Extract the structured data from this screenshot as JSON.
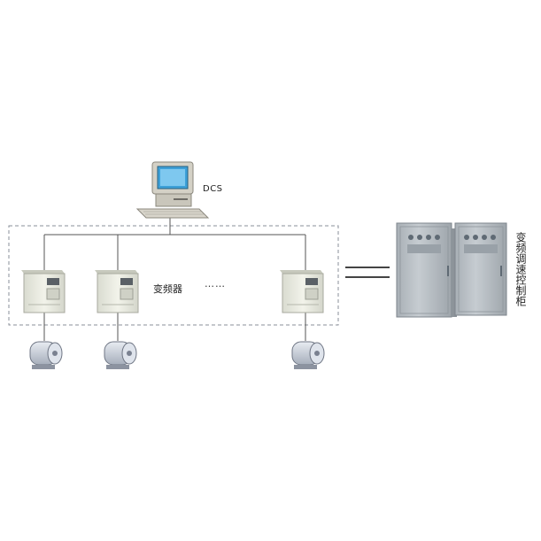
{
  "labels": {
    "dcs": "DCS",
    "inverter": "变频器",
    "ellipsis": "……",
    "cabinet": "变频调速控制柜"
  },
  "icons": {
    "computer": "dcs-computer-icon",
    "inverter": "inverter-icon",
    "motor": "motor-icon",
    "cabinet": "control-cabinet-icon"
  },
  "colors": {
    "dashed_border": "#8a8f99",
    "lines": "#555555",
    "inverter_body": "#eceee4",
    "cabinet_body": "#b9bfc4"
  }
}
